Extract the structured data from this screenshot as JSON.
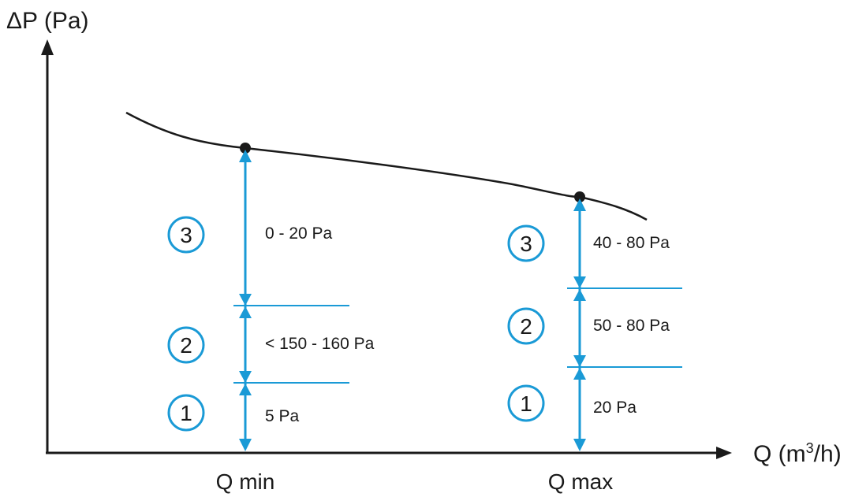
{
  "axes": {
    "y_title_main": "ΔP (Pa)",
    "x_title_prefix": "Q (m",
    "x_title_sup": "3",
    "x_title_suffix": "/h)",
    "x_ticks": [
      "Q min",
      "Q max"
    ]
  },
  "colors": {
    "accent": "#1a9ad6",
    "ink": "#1a1a1a"
  },
  "qmin": {
    "zones": [
      {
        "number": "3",
        "label": "0 - 20 Pa"
      },
      {
        "number": "2",
        "label": "< 150 - 160 Pa"
      },
      {
        "number": "1",
        "label": "5 Pa"
      }
    ]
  },
  "qmax": {
    "zones": [
      {
        "number": "3",
        "label": "40 - 80 Pa"
      },
      {
        "number": "2",
        "label": "50 - 80 Pa"
      },
      {
        "number": "1",
        "label": "20 Pa"
      }
    ]
  }
}
